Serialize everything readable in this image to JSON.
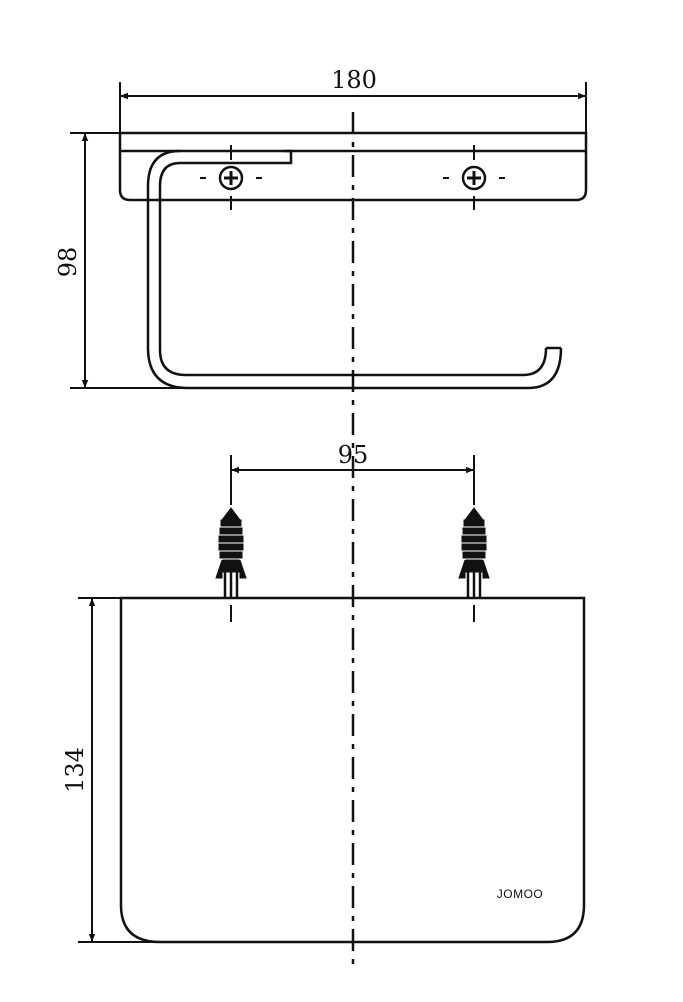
{
  "dimensions": {
    "width": "180",
    "height_top": "98",
    "screw_spacing": "95",
    "height_bottom": "134"
  },
  "brand": "JOMOO",
  "colors": {
    "line": "#111111",
    "background": "#ffffff"
  }
}
